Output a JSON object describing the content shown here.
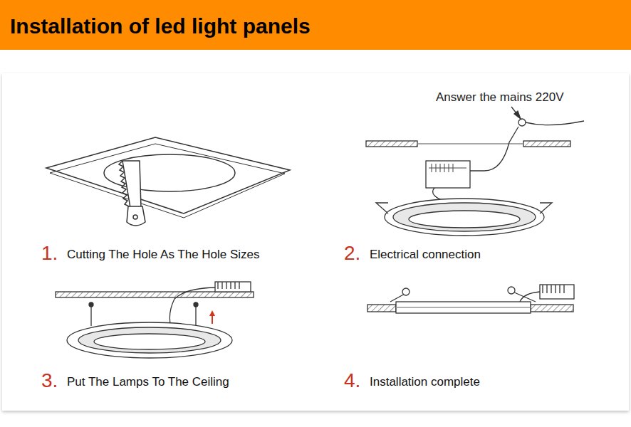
{
  "diagram": {
    "title": "Installation of led light panels",
    "labels": [
      "Answer the mains 220V",
      "1.",
      "Cutting The Hole As The Hole Sizes",
      "2.",
      "Electrical connection",
      "3.",
      "Put The Lamps To The Ceiling",
      "4.",
      "Installation complete"
    ]
  }
}
